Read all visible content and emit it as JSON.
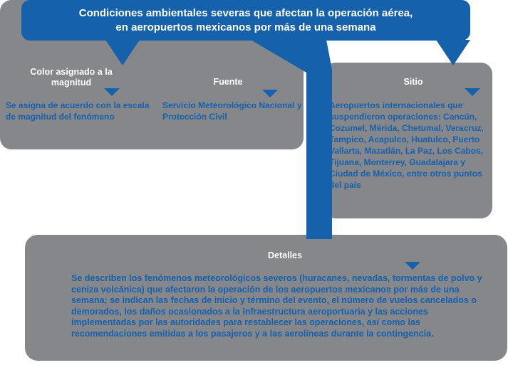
{
  "title": {
    "line1": "Condiciones ambientales severas que afectan la operación aérea,",
    "line2": "en  aeropuertos mexicanos por más de una semana"
  },
  "colors": {
    "accent_blue": "#1661ac",
    "panel_gray": "#85878a",
    "title_text": "#ffffff"
  },
  "sections": {
    "color_magnitud": {
      "label": "Color asignado a la magnitud",
      "text": "Se asigna de acuerdo con la escala de magnitud del fenómeno"
    },
    "fuente": {
      "label": "Fuente",
      "text": "Servicio Meteorológico Nacional y Protección Civil"
    },
    "sitio": {
      "label": "Sitio",
      "text": "Aeropuertos internacionales que suspendieron operaciones: Cancún, Cozumel, Mérida, Chetumal, Veracruz, Tampico, Acapulco, Huatulco, Puerto Vallarta, Mazatlán, La Paz, Los Cabos, Tijuana, Monterrey, Guadalajara y Ciudad de México, entre otros puntos del país"
    },
    "detalles": {
      "label": "Detalles",
      "text": "Se describen los fenómenos meteorológicos severos (huracanes, nevadas, tormentas de polvo y ceniza volcánica) que afectaron la operación de los aeropuertos mexicanos por más de una semana; se indican las fechas de inicio y término del evento, el número de vuelos cancelados o demorados, los daños ocasionados a la infraestructura aeroportuaria y las acciones implementadas por las autoridades para restablecer las operaciones, así como las recomendaciones emitidas a los pasajeros y a las aerolíneas durante la contingencia."
    }
  }
}
